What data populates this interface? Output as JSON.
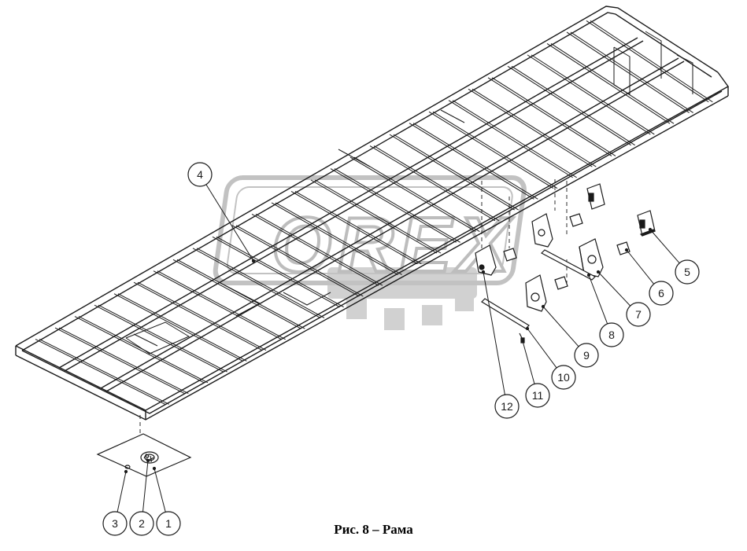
{
  "caption": "Рис. 8 – Рама",
  "watermark_text": "OREX",
  "callouts": [
    "1",
    "2",
    "3",
    "4",
    "5",
    "6",
    "7",
    "8",
    "9",
    "10",
    "11",
    "12"
  ],
  "colors": {
    "line": "#1a1a1a",
    "watermark": "#8a8a8a",
    "background": "#ffffff"
  }
}
